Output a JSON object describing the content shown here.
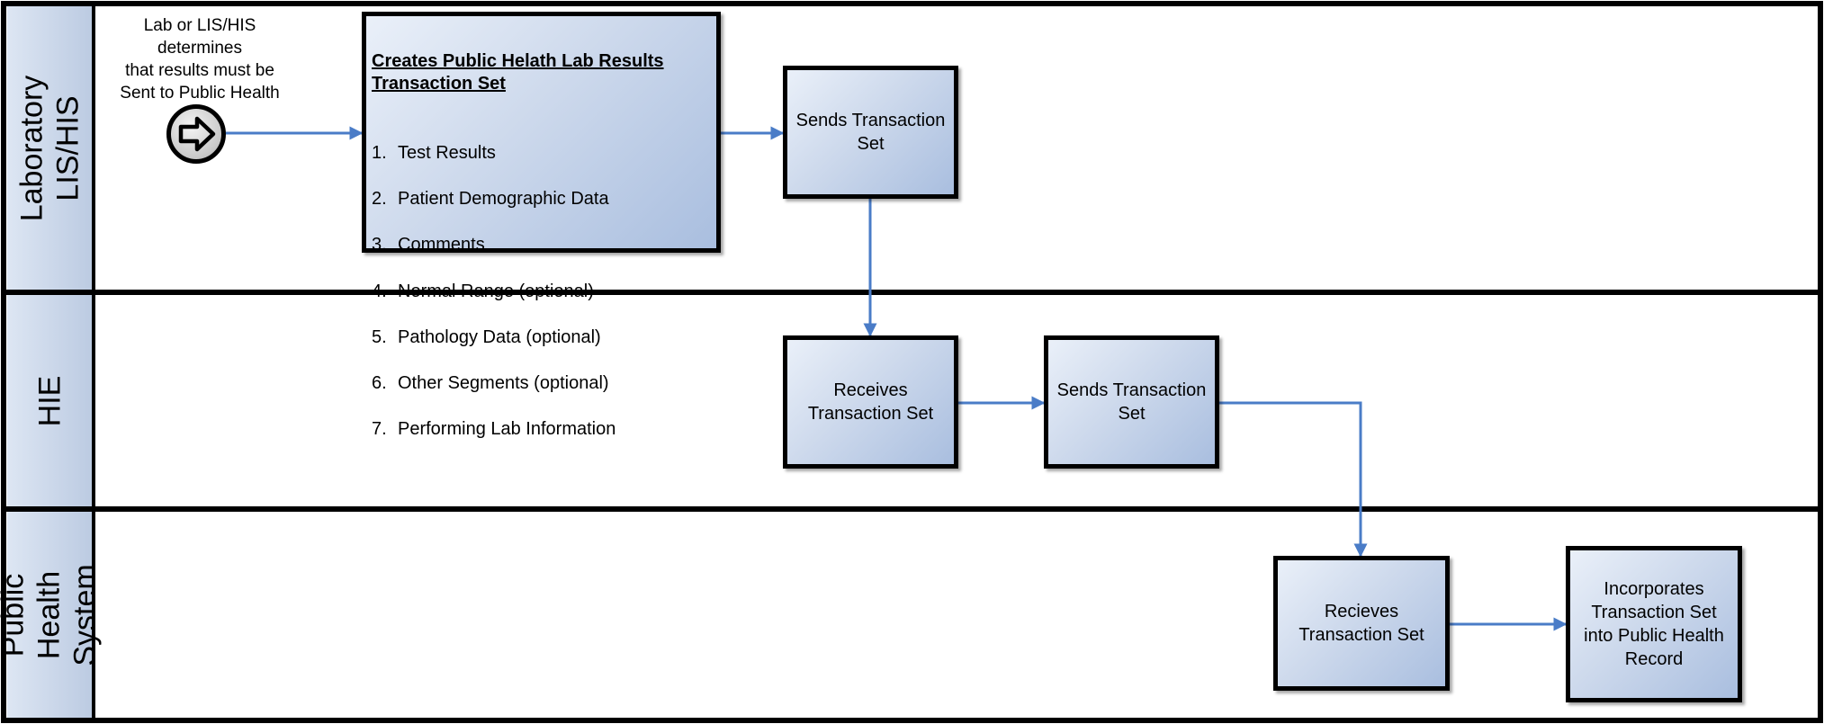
{
  "colors": {
    "lane_border": "#000000",
    "lane_label_fill": "#c9d5e8",
    "box_fill": "#c2d1e8",
    "connector": "#4a7cc7"
  },
  "lanes": [
    {
      "label": "Laboratory LIS/HIS"
    },
    {
      "label": "HIE"
    },
    {
      "label": "Public Health\nSystem"
    }
  ],
  "start_event": {
    "icon": "arrow-right-icon",
    "note": "Lab or LIS/HIS\ndetermines\nthat results must be\nSent to Public Health"
  },
  "create_box": {
    "title": "Creates Public Helath Lab Results\nTransaction Set",
    "items": [
      {
        "num": "1.",
        "text": "Test Results"
      },
      {
        "num": "2.",
        "text": "Patient Demographic Data"
      },
      {
        "num": "3.",
        "text": "Comments"
      },
      {
        "num": "4.",
        "text": "Normal Range (optional)"
      },
      {
        "num": "5.",
        "text": "Pathology Data (optional)"
      },
      {
        "num": "6.",
        "text": "Other Segments (optional)"
      },
      {
        "num": "7.",
        "text": "Performing Lab Information"
      }
    ]
  },
  "lab_send_box": {
    "label": "Sends Transaction\nSet"
  },
  "hie_receive_box": {
    "label": "Receives\nTransaction Set"
  },
  "hie_send_box": {
    "label": "Sends Transaction\nSet"
  },
  "ph_receive_box": {
    "label": "Recieves\nTransaction Set"
  },
  "ph_incorporate_box": {
    "label": "Incorporates\nTransaction Set\ninto Public Health\nRecord"
  }
}
